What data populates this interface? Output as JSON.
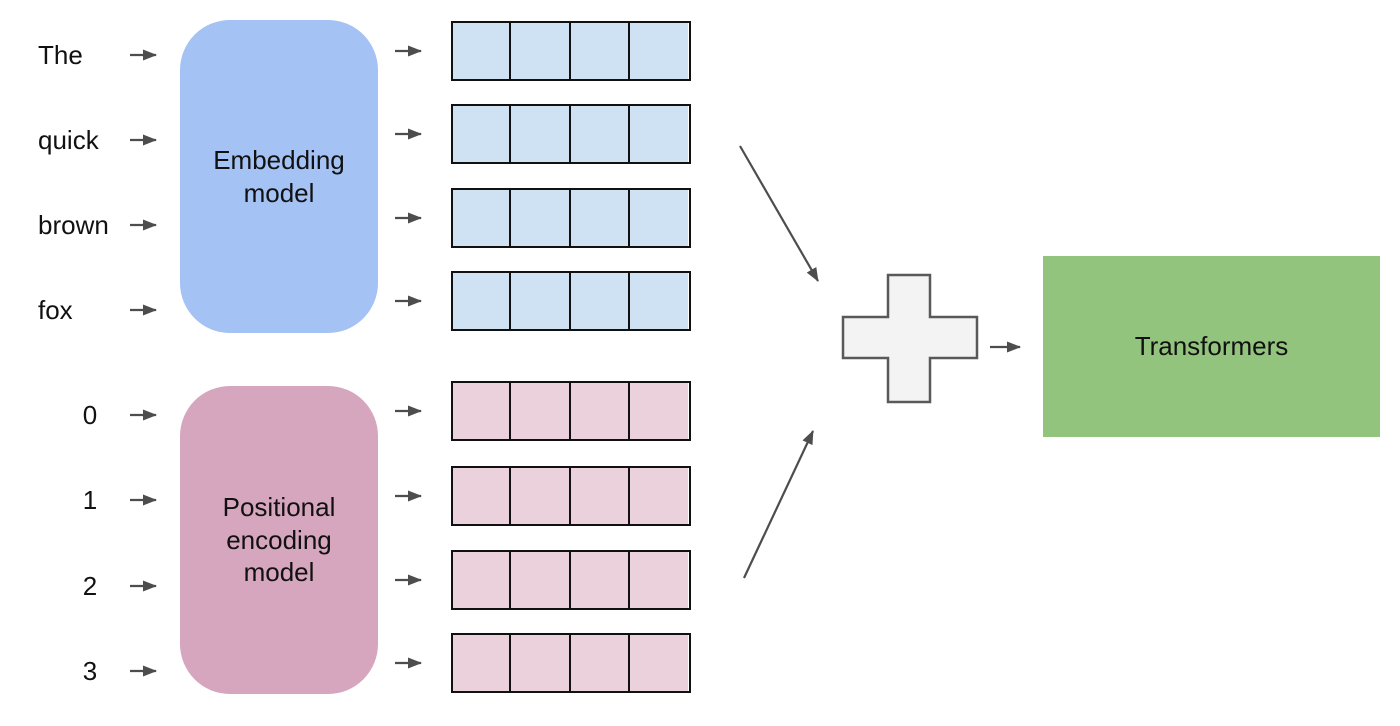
{
  "diagram": {
    "inputs": {
      "tokens": [
        "The",
        "quick",
        "brown",
        "fox"
      ],
      "positions": [
        "0",
        "1",
        "2",
        "3"
      ]
    },
    "models": {
      "embedding_label": "Embedding model",
      "positional_label": "Positional encoding model",
      "transformers_label": "Transformers"
    },
    "vectors": {
      "embedding_rows": 4,
      "positional_rows": 4,
      "cells_per_row": 4
    },
    "icons": {
      "plus": "plus-sum-operator",
      "arrow": "right-arrow"
    },
    "colors": {
      "embedding_box": "#a4c2f4",
      "positional_box": "#d5a6bd",
      "embedding_vector_cell": "#cfe2f3",
      "positional_vector_cell": "#ead1dc",
      "transformers_box": "#93c47d",
      "cell_border": "#111111",
      "arrow": "#4d4d4d",
      "plus_fill": "#f3f3f3",
      "plus_border": "#595959",
      "background": "#ffffff",
      "text": "#111111"
    }
  }
}
